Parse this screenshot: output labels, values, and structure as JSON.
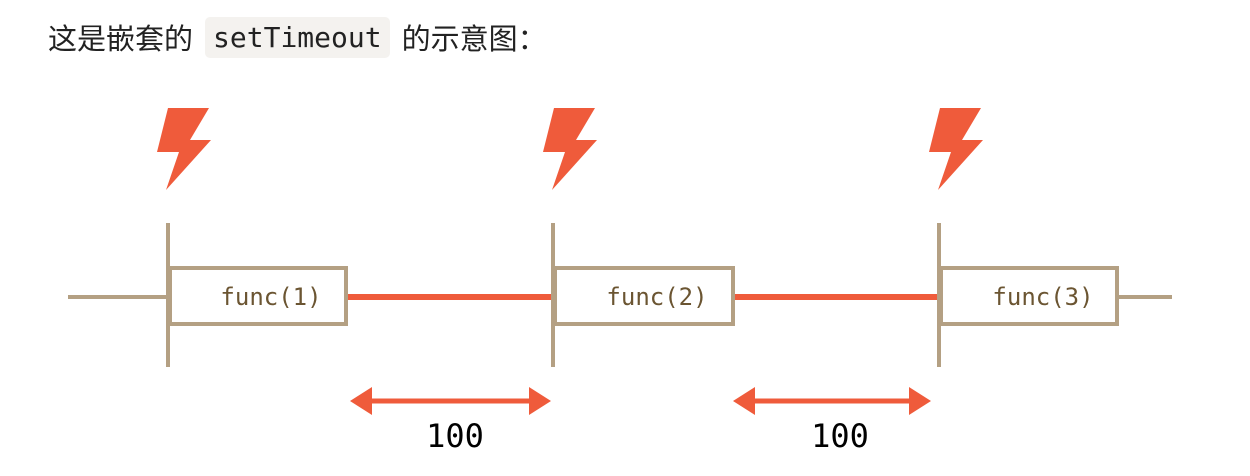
{
  "caption": {
    "before": "这是嵌套的",
    "code": "setTimeout",
    "after": "的示意图："
  },
  "diagram": {
    "icon": "lightning-bolt-icon",
    "calls": [
      "func(1)",
      "func(2)",
      "func(3)"
    ],
    "delays": [
      "100",
      "100"
    ],
    "colors": {
      "timeline": "#b4a083",
      "delay": "#ef5b3b",
      "label": "#6b5532",
      "text": "#000000"
    }
  }
}
